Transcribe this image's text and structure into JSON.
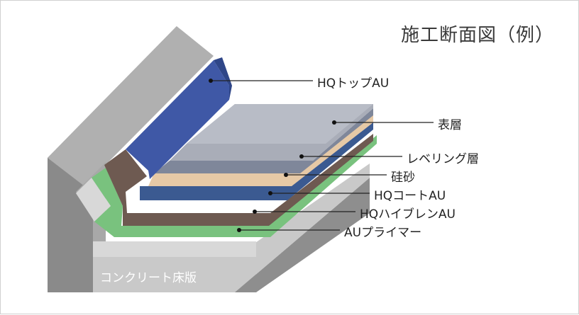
{
  "title": "施工断面図（例）",
  "labels": {
    "hq_top": "HQトップAU",
    "surface": "表層",
    "leveling": "レベリング層",
    "sand": "硅砂",
    "hq_coat": "HQコートAU",
    "hq_hybrid": "HQハイブレンAU",
    "primer": "AUプライマー",
    "floor": "コンクリート床版"
  },
  "colors": {
    "concrete": "#8c8c8c",
    "concrete_light": "#b4b4b4",
    "concrete_top": "#d6d6d6",
    "hq_top": "#3f58a6",
    "surface": "#a9adb8",
    "leveling": "#7f879a",
    "sand": "#e6c9a6",
    "hq_coat": "#3b5a91",
    "hq_hybrid": "#6e5a51",
    "primer": "#79c27e"
  }
}
